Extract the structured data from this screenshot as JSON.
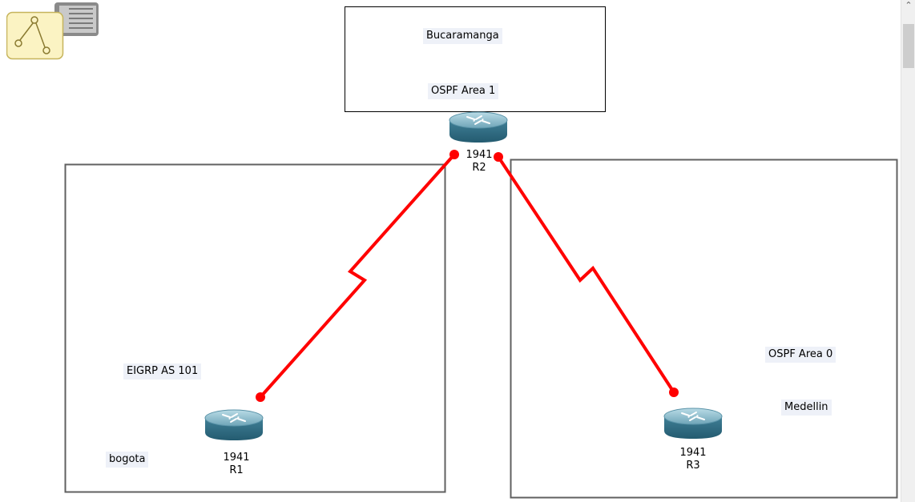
{
  "toolbar": {
    "logical_view_icon": "logical-topology-icon"
  },
  "areas": {
    "bucaramanga": {
      "name": "Bucaramanga",
      "area": "OSPF Area 1"
    },
    "bogota": {
      "name": "bogota",
      "protocol": "EIGRP AS 101"
    },
    "medellin": {
      "name": "Medellin",
      "area": "OSPF Area 0"
    }
  },
  "devices": {
    "r1": {
      "model": "1941",
      "name": "R1"
    },
    "r2": {
      "model": "1941",
      "name": "R2"
    },
    "r3": {
      "model": "1941",
      "name": "R3"
    }
  },
  "links": [
    {
      "from": "R2",
      "to": "R1",
      "type": "serial",
      "status": "down",
      "color": "#ff0000"
    },
    {
      "from": "R2",
      "to": "R3",
      "type": "serial",
      "status": "down",
      "color": "#ff0000"
    }
  ],
  "scrollbar": {
    "up_icon": "chevron-up-icon"
  }
}
